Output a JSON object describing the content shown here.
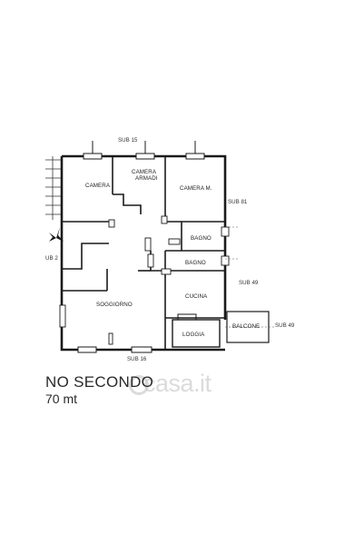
{
  "plan": {
    "rooms": {
      "camera": "CAMERA",
      "camera_armadi": "CAMERA\nARMADI",
      "camera_m": "CAMERA M.",
      "bagno_upper": "BAGNO",
      "bagno_lower": "BAGNO",
      "soggiorno": "SOGGIORNO",
      "cucina": "CUCINA",
      "loggia": "LOGGIA",
      "balcone": "BALCONE"
    },
    "neighbors": {
      "sub15": "SUB 15",
      "sub81": "SUB 81",
      "sub2": "UB 2",
      "sub49_top": "SUB 49",
      "sub49_right": "SUB 49",
      "sub16": "SUB 16"
    }
  },
  "caption": {
    "floor": "NO SECONDO",
    "height": "70 mt"
  },
  "watermark": {
    "text": "casa.it"
  }
}
